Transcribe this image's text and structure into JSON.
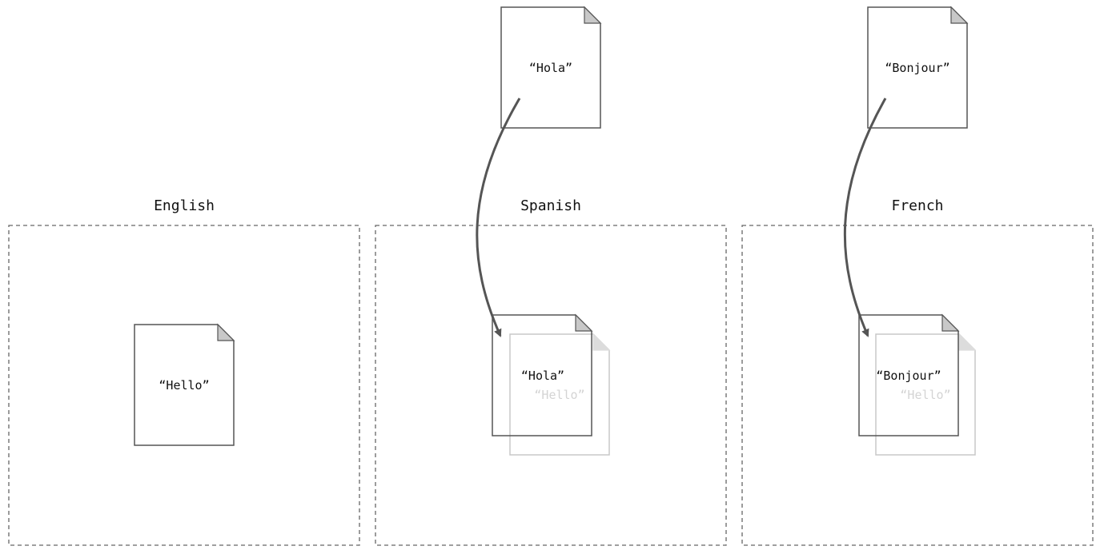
{
  "panels": [
    {
      "title": "English",
      "document_text": "“Hello”"
    },
    {
      "title": "Spanish",
      "document_text": "“Hola”",
      "ghost_text": "“Hello”"
    },
    {
      "title": "French",
      "document_text": "“Bonjour”",
      "ghost_text": "“Hello”"
    }
  ],
  "source_documents": [
    {
      "text": "“Hola”"
    },
    {
      "text": "“Bonjour”"
    }
  ]
}
